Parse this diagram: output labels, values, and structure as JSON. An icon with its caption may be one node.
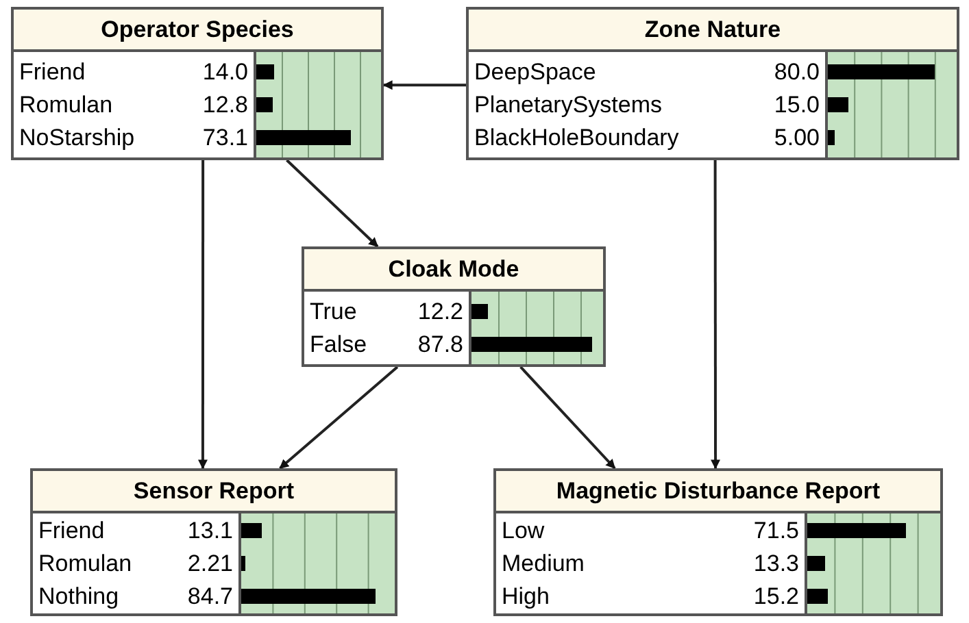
{
  "diagram": {
    "nodes": [
      {
        "text": [
          "Operator Species",
          "Friend",
          "14.0",
          "Romulan",
          "12.8",
          "NoStarship",
          "73.1"
        ]
      },
      {
        "text": [
          "Zone Nature",
          "DeepSpace",
          "80.0",
          "PlanetarySystems",
          "15.0",
          "BlackHoleBoundary",
          "5.00"
        ]
      },
      {
        "text": [
          "Cloak Mode",
          "True",
          "12.2",
          "False",
          "87.8"
        ]
      },
      {
        "text": [
          "Sensor Report",
          "Friend",
          "13.1",
          "Romulan",
          "2.21",
          "Nothing",
          "84.7"
        ]
      },
      {
        "text": [
          "Magnetic Disturbance Report",
          "Low",
          "71.5",
          "Medium",
          "13.3",
          "High",
          "15.2"
        ]
      }
    ],
    "edges": [
      {
        "from": 1,
        "to": 0,
        "arrow": "to"
      },
      {
        "from": 0,
        "to": 3,
        "arrow": "to"
      },
      {
        "from": 0,
        "to": 2,
        "arrow": "to"
      },
      {
        "from": 2,
        "to": 3,
        "arrow": "to"
      },
      {
        "from": 2,
        "to": 4,
        "arrow": "to"
      },
      {
        "from": 1,
        "to": 4,
        "arrow": "to"
      }
    ]
  }
}
